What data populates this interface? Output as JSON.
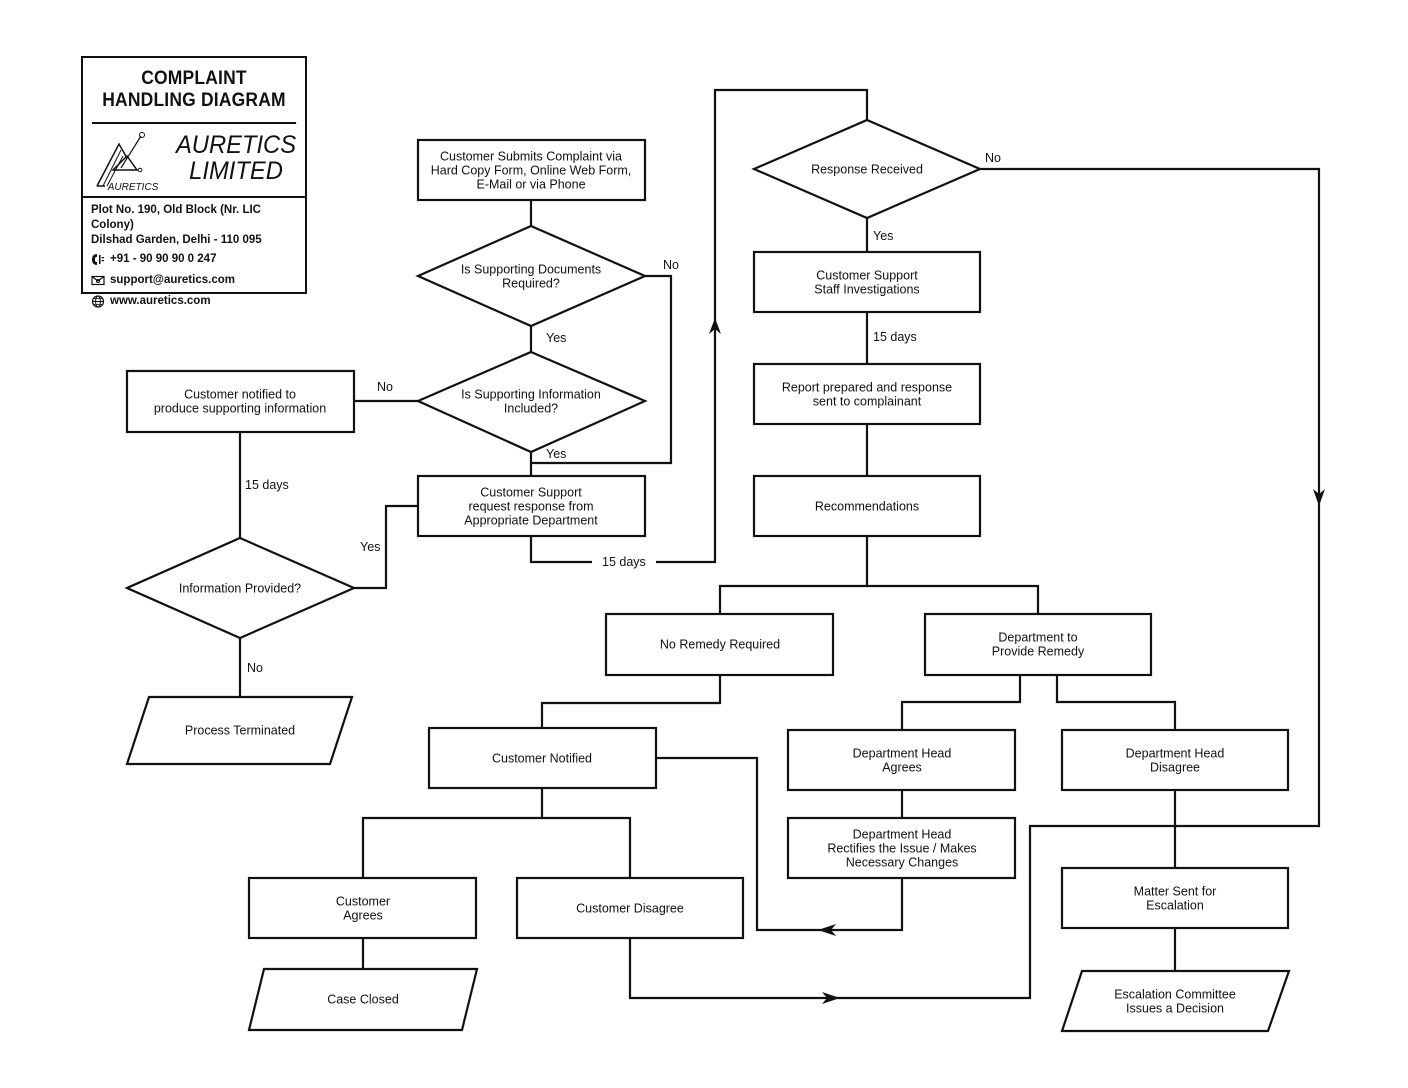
{
  "card": {
    "title_line1": "COMPLAINT",
    "title_line2": "HANDLING DIAGRAM",
    "brand_line1": "AURETICS",
    "brand_line2": "LIMITED",
    "logo_caption": "AURETICS",
    "address_line1": "Plot No. 190, Old Block (Nr. LIC Colony)",
    "address_line2": "Dilshad Garden, Delhi - 110 095",
    "phone": "+91 - 90 90 90 0 247",
    "email": "support@auretics.com",
    "website": "www.auretics.com",
    "icons": [
      "phone-icon",
      "email-icon",
      "globe-icon"
    ]
  },
  "nodes": {
    "submit": [
      "Customer Submits Complaint via",
      "Hard Copy Form, Online Web Form,",
      "E-Mail or via Phone"
    ],
    "docs_required": [
      "Is Supporting Documents",
      "Required?"
    ],
    "info_included": [
      "Is Supporting Information",
      "Included?"
    ],
    "notified_produce": [
      "Customer notified to",
      "produce supporting information"
    ],
    "request_response": [
      "Customer Support",
      "request response from",
      "Appropriate Department"
    ],
    "info_provided": [
      "Information Provided?"
    ],
    "terminated": [
      "Process Terminated"
    ],
    "response_received": [
      "Response Received"
    ],
    "staff_investigations": [
      "Customer Support",
      "Staff Investigations"
    ],
    "report_prepared": [
      "Report prepared and response",
      "sent to complainant"
    ],
    "recommendations": [
      "Recommendations"
    ],
    "no_remedy": [
      "No Remedy Required"
    ],
    "dept_remedy": [
      "Department to",
      "Provide Remedy"
    ],
    "customer_notified": [
      "Customer Notified"
    ],
    "head_agrees": [
      "Department Head",
      "Agrees"
    ],
    "head_disagree": [
      "Department Head",
      "Disagree"
    ],
    "head_rectifies": [
      "Department Head",
      "Rectifies the Issue / Makes",
      "Necessary Changes"
    ],
    "customer_agrees": [
      "Customer",
      "Agrees"
    ],
    "customer_disagree": [
      "Customer Disagree"
    ],
    "case_closed": [
      "Case Closed"
    ],
    "matter_escalation": [
      "Matter Sent for",
      "Escalation"
    ],
    "committee_decision": [
      "Escalation Committee",
      "Issues a Decision"
    ]
  },
  "edge_labels": {
    "docs_no": "No",
    "docs_yes": "Yes",
    "info_no": "No",
    "info_yes": "Yes",
    "notified_15": "15 days",
    "provided_yes": "Yes",
    "provided_no": "No",
    "request_15": "15 days",
    "response_no": "No",
    "response_yes": "Yes",
    "investigation_15": "15 days"
  }
}
